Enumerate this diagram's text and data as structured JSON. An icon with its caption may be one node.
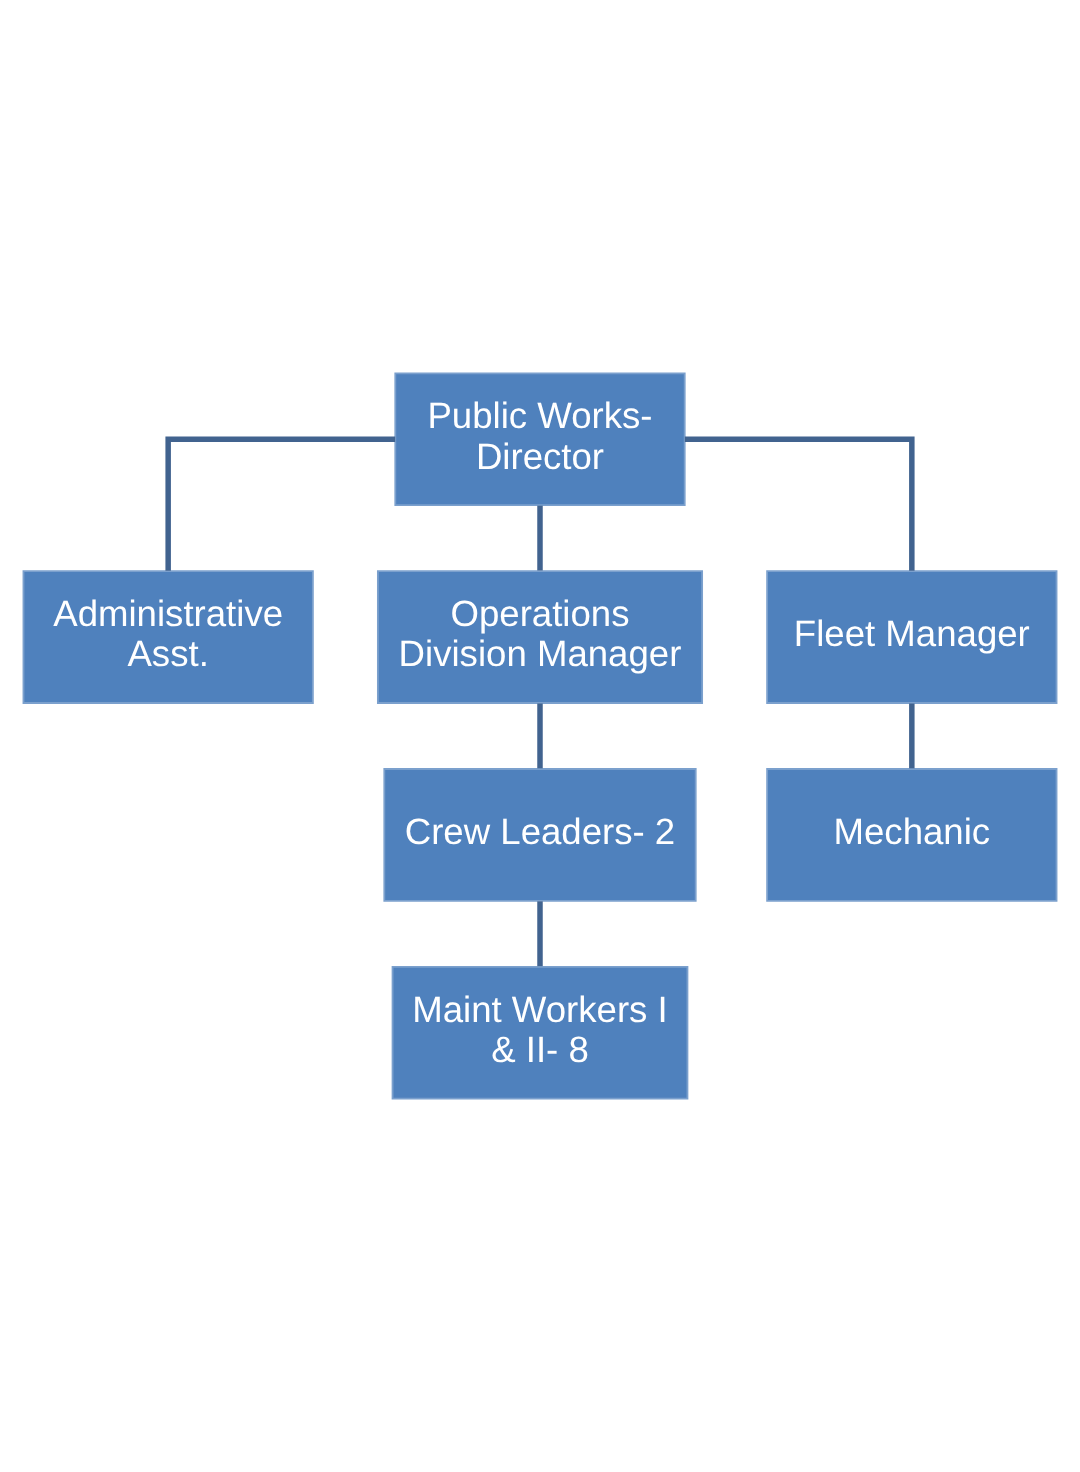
{
  "diagram": {
    "nodes": [
      {
        "text": [
          "Public Works- Director"
        ]
      },
      {
        "text": [
          "Administrative Asst."
        ]
      },
      {
        "text": [
          "Operations Division Manager"
        ]
      },
      {
        "text": [
          "Fleet Manager"
        ]
      },
      {
        "text": [
          "Crew Leaders- 2"
        ]
      },
      {
        "text": [
          "Maint Workers I & II- 8"
        ]
      },
      {
        "text": [
          "Mechanic"
        ]
      }
    ],
    "edges": [
      {
        "from": 0,
        "to": 1,
        "arrow": "none"
      },
      {
        "from": 0,
        "to": 2,
        "arrow": "none"
      },
      {
        "from": 0,
        "to": 3,
        "arrow": "none"
      },
      {
        "from": 2,
        "to": 4,
        "arrow": "none"
      },
      {
        "from": 4,
        "to": 5,
        "arrow": "none"
      },
      {
        "from": 3,
        "to": 6,
        "arrow": "none"
      }
    ]
  }
}
